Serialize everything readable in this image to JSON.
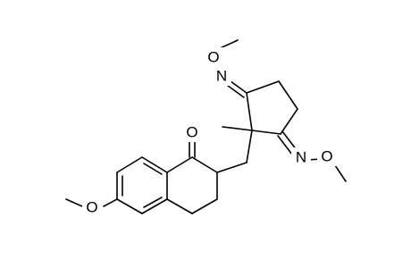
{
  "molecule": {
    "atoms": {
      "ketone_oxygen": "O",
      "methoxy_oxygen_aryl": "O",
      "oxime_nitrogen_top": "N",
      "oxime_oxygen_top": "O",
      "oxime_nitrogen_right": "N",
      "oxime_oxygen_right": "O"
    },
    "colors": {
      "bond": "#000000",
      "label": "#000000",
      "background": "#ffffff"
    }
  }
}
